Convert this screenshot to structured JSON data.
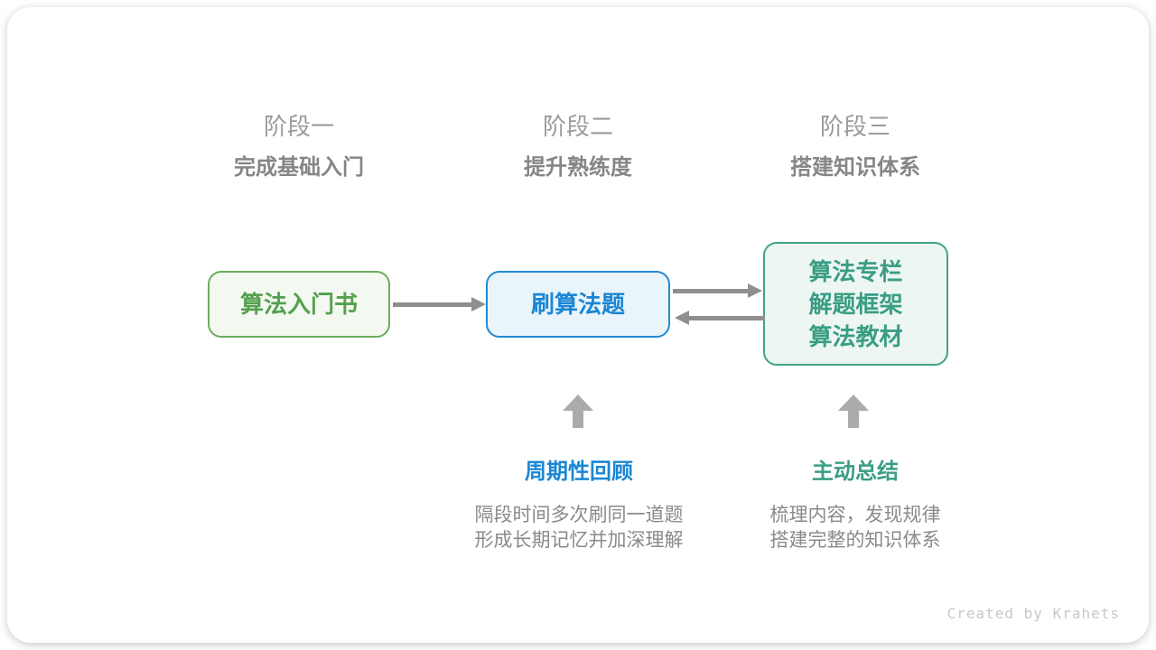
{
  "stages": [
    {
      "label": "阶段一",
      "title": "完成基础入门"
    },
    {
      "label": "阶段二",
      "title": "提升熟练度"
    },
    {
      "label": "阶段三",
      "title": "搭建知识体系"
    }
  ],
  "nodes": {
    "intro_book": {
      "label": "算法入门书",
      "text_color": "#55a050",
      "border_color": "#6cab60",
      "bg_color": "#f3f9f0"
    },
    "practice": {
      "label": "刷算法题",
      "text_color": "#1b86d3",
      "border_color": "#2289d4",
      "bg_color": "#eaf4fb"
    },
    "resources": {
      "lines": [
        "算法专栏",
        "解题框架",
        "算法教材"
      ],
      "text_color": "#3a9d85",
      "border_color": "#43a08a",
      "bg_color": "#edf6f2"
    }
  },
  "connectors": {
    "arrow_color": "#8f8f8f",
    "up_arrow_color": "#ababab",
    "flow": [
      "right-arrow-icon",
      "right-arrow-icon",
      "left-arrow-icon"
    ],
    "annotation_pointers": [
      "up-arrow-icon",
      "up-arrow-icon"
    ]
  },
  "annotations": [
    {
      "title": "周期性回顾",
      "accent_color": "#1b86d3",
      "desc_lines": [
        "隔段时间多次刷同一道题",
        "形成长期记忆并加深理解"
      ]
    },
    {
      "title": "主动总结",
      "accent_color": "#3a9d85",
      "desc_lines": [
        "梳理内容，发现规律",
        "搭建完整的知识体系"
      ]
    }
  ],
  "footer": {
    "credit": "Created by Krahets"
  }
}
